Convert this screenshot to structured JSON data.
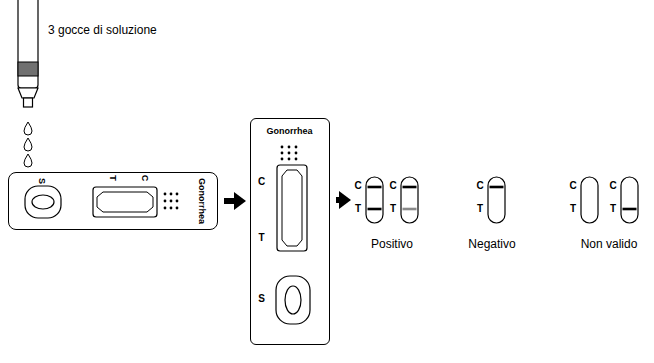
{
  "diagram": {
    "nodes": [
      {
        "text": [
          "S",
          "T",
          "C",
          "Gonorrhea"
        ]
      },
      {
        "text": [
          "Gonorrhea",
          "C",
          "T",
          "S"
        ]
      },
      {
        "text": [
          "C",
          "T"
        ]
      },
      {
        "text": [
          "C",
          "T"
        ]
      },
      {
        "text": [
          "C",
          "T"
        ]
      },
      {
        "text": [
          "C",
          "T"
        ]
      },
      {
        "text": [
          "C",
          "T"
        ]
      }
    ],
    "edges": [
      {
        "from": 0,
        "to": 1,
        "arrow": "to"
      },
      {
        "from": 1,
        "to": 2,
        "arrow": "to"
      }
    ],
    "labels": [
      "3 gocce di soluzione",
      "Positivo",
      "Negativo",
      "Non valido"
    ]
  }
}
